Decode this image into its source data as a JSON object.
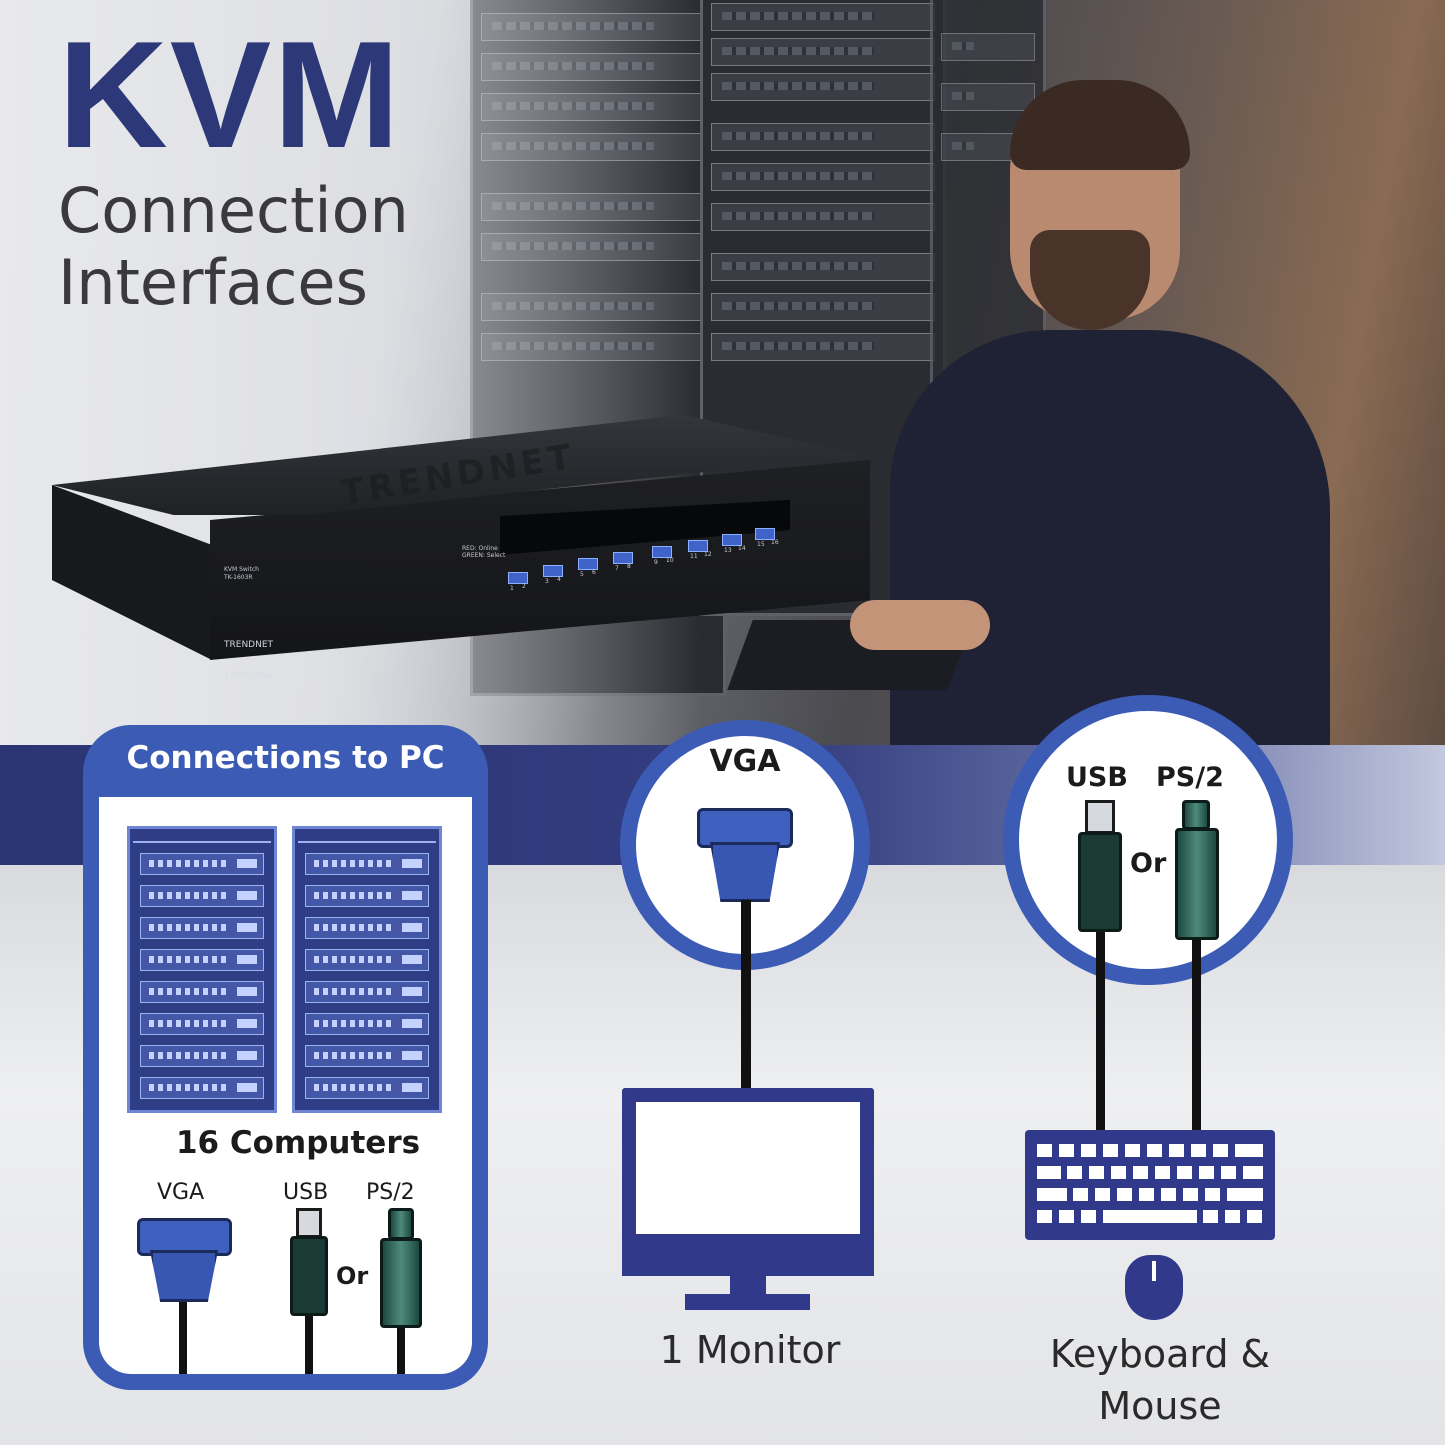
{
  "headline": {
    "title": "KVM",
    "line2": "Connection",
    "line3": "Interfaces"
  },
  "device": {
    "brand_top": "TRENDNET",
    "brand_front": "TRENDNET",
    "model_label": "KVM Switch",
    "model_number": "TK-1603R",
    "led_legend": "RED: Online GREEN: Select",
    "ports": [
      "1",
      "2",
      "3",
      "4",
      "5",
      "6",
      "7",
      "8",
      "9",
      "10",
      "11",
      "12",
      "13",
      "14",
      "15",
      "16"
    ]
  },
  "pc_panel": {
    "title": "Connections to PC",
    "count_label": "16 Computers",
    "vga_label": "VGA",
    "usb_label": "USB",
    "ps2_label": "PS/2",
    "or_label": "Or"
  },
  "monitor_section": {
    "connector_label": "VGA",
    "caption": "1 Monitor"
  },
  "input_section": {
    "usb_label": "USB",
    "ps2_label": "PS/2",
    "or_label": "Or",
    "caption_line1": "Keyboard &",
    "caption_line2": "Mouse"
  },
  "colors": {
    "brand_blue": "#2d3878",
    "accent_blue": "#3c5bb5",
    "icon_navy": "#30398a"
  }
}
